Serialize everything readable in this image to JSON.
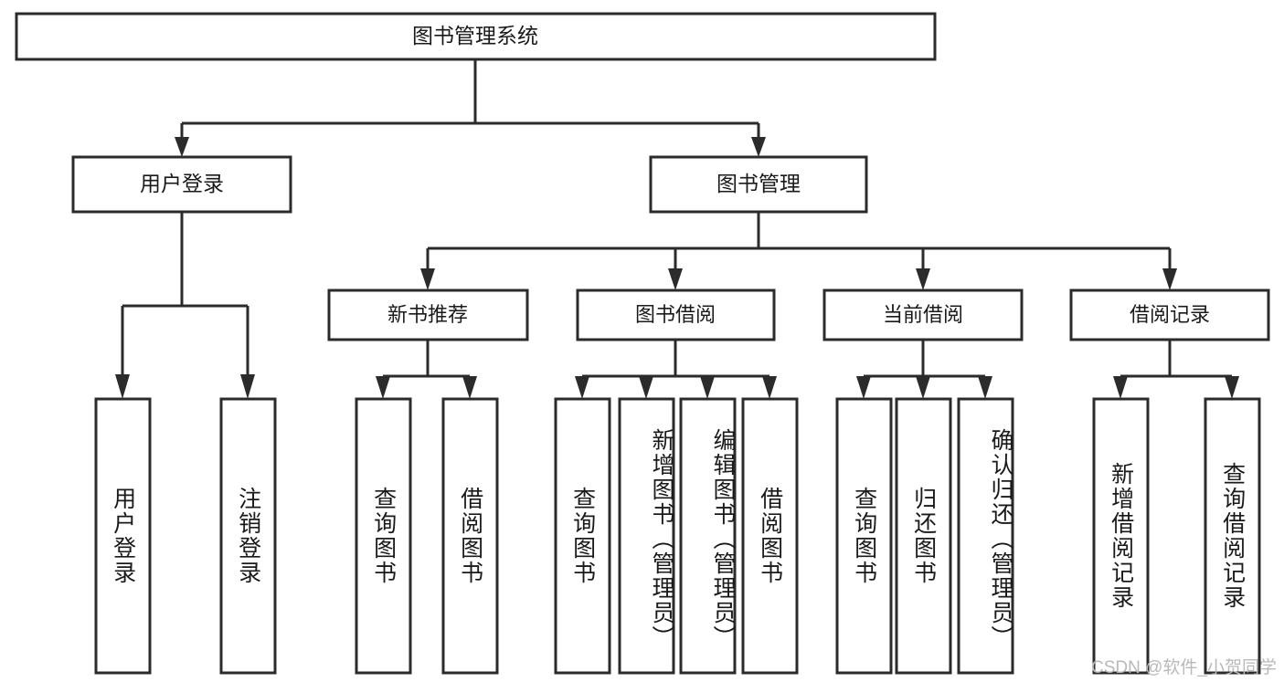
{
  "diagram": {
    "type": "tree-hierarchy-chart",
    "title": "图书管理系统",
    "watermark": "CSDN @软件_小贺同学",
    "root": {
      "id": "root",
      "label": "图书管理系统"
    },
    "level1": [
      {
        "id": "user-login",
        "label": "用户登录"
      },
      {
        "id": "book-manage",
        "label": "图书管理"
      }
    ],
    "level2": [
      {
        "id": "new-book-recommend",
        "label": "新书推荐",
        "parent": "book-manage"
      },
      {
        "id": "book-borrow",
        "label": "图书借阅",
        "parent": "book-manage"
      },
      {
        "id": "current-borrow",
        "label": "当前借阅",
        "parent": "book-manage"
      },
      {
        "id": "borrow-record",
        "label": "借阅记录",
        "parent": "book-manage"
      }
    ],
    "leaves": {
      "user-login": [
        {
          "id": "leaf-user-login",
          "label": "用户登录"
        },
        {
          "id": "leaf-user-logout",
          "label": "注销登录"
        }
      ],
      "new-book-recommend": [
        {
          "id": "leaf-query-book-1",
          "label": "查询图书"
        },
        {
          "id": "leaf-borrow-book-1",
          "label": "借阅图书"
        }
      ],
      "book-borrow": [
        {
          "id": "leaf-query-book-2",
          "label": "查询图书"
        },
        {
          "id": "leaf-add-book",
          "label": "新增图书（管理员）"
        },
        {
          "id": "leaf-edit-book",
          "label": "编辑图书（管理员）"
        },
        {
          "id": "leaf-borrow-book-2",
          "label": "借阅图书"
        }
      ],
      "current-borrow": [
        {
          "id": "leaf-query-book-3",
          "label": "查询图书"
        },
        {
          "id": "leaf-return-book",
          "label": "归还图书"
        },
        {
          "id": "leaf-confirm-return",
          "label": "确认归还（管理员）"
        }
      ],
      "borrow-record": [
        {
          "id": "leaf-add-record",
          "label": "新增借阅记录"
        },
        {
          "id": "leaf-query-record",
          "label": "查询借阅记录"
        }
      ]
    },
    "colors": {
      "box_fill": "#ffffff",
      "box_stroke": "#2b2b2b",
      "text": "#1a1a1a",
      "watermark": "#b9b9b9",
      "background": "#ffffff"
    }
  }
}
